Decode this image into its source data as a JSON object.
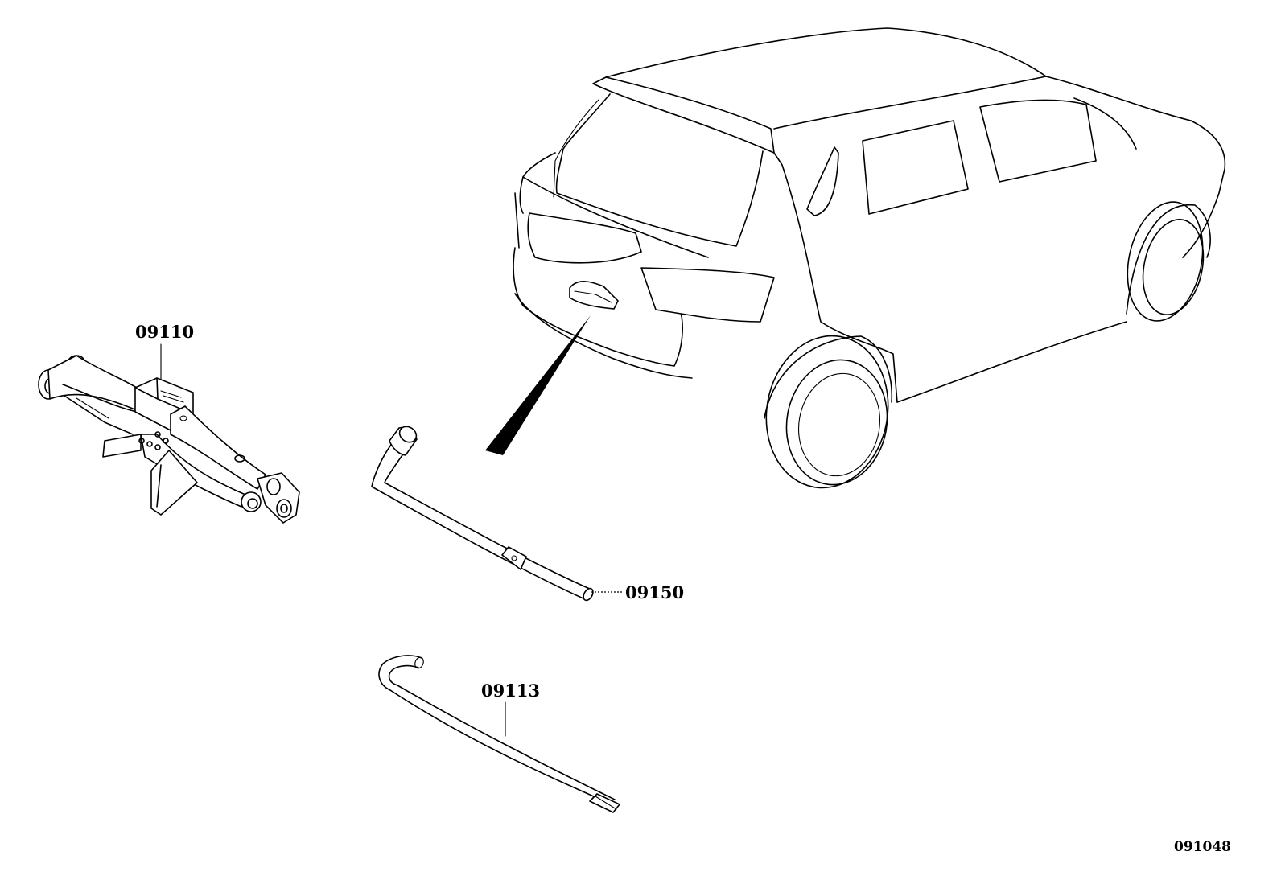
{
  "parts": [
    {
      "id": "jack",
      "label": "09110"
    },
    {
      "id": "wrench",
      "label": "09150"
    },
    {
      "id": "handle",
      "label": "09113"
    }
  ],
  "illustration_code": "091048"
}
